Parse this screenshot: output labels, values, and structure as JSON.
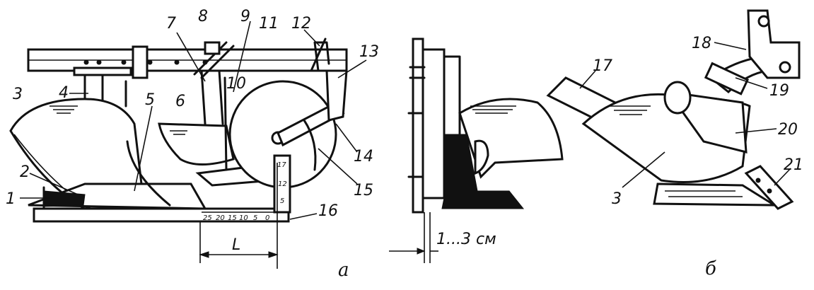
{
  "figure": {
    "panel_a_label": "а",
    "panel_b_label": "б",
    "callouts_a": [
      "1",
      "2",
      "3",
      "4",
      "5",
      "6",
      "7",
      "8",
      "9",
      "11",
      "10",
      "12",
      "13",
      "14",
      "15",
      "16"
    ],
    "callouts_b": [
      "17",
      "18",
      "19",
      "20",
      "3",
      "21"
    ],
    "dimension_L": "L",
    "offset_label": "1...3 см",
    "vertical_scale_ticks": [
      "17",
      "12",
      "5"
    ],
    "horizontal_scale_ticks": [
      "25",
      "20",
      "15",
      "10",
      "5",
      "0"
    ]
  }
}
